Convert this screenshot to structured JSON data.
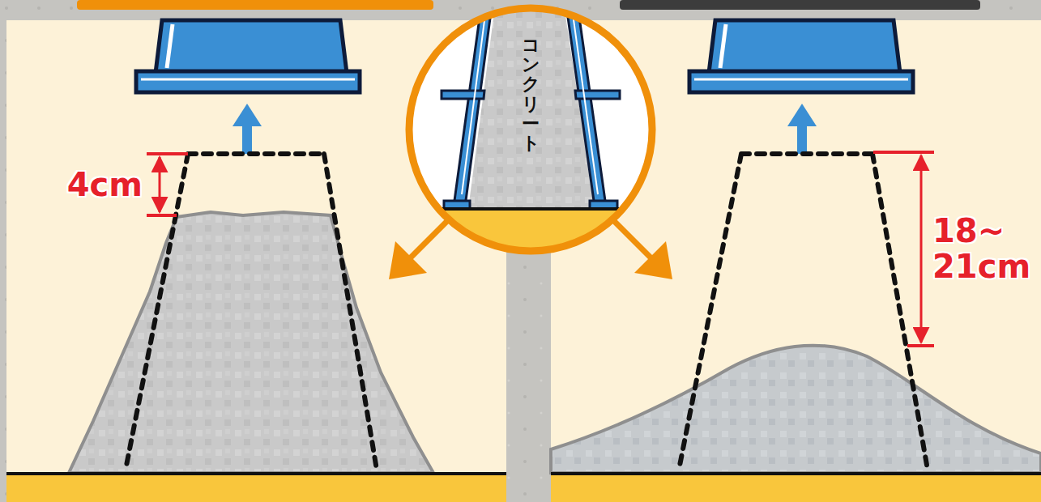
{
  "diagram": {
    "labels": [
      "4cm",
      "コンクリート",
      "18~ 21cm"
    ]
  }
}
